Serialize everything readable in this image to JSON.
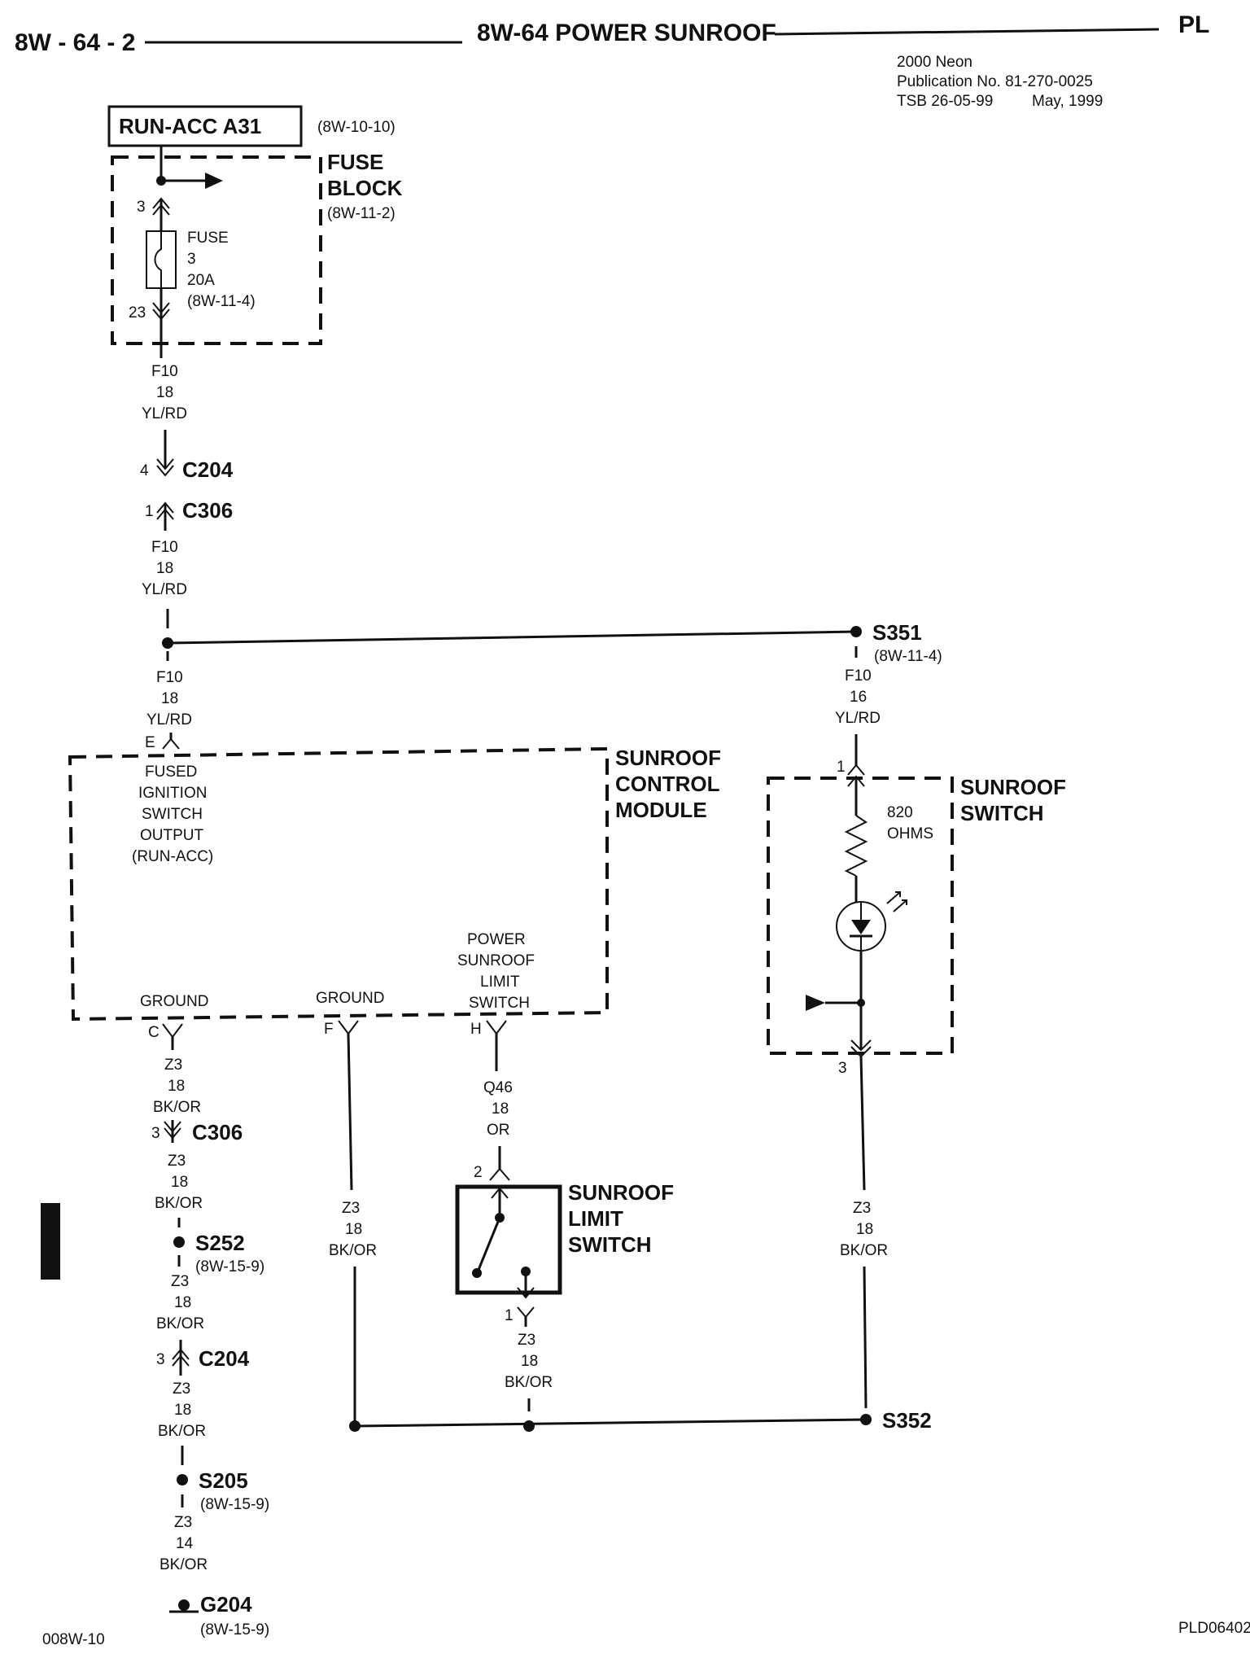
{
  "header": {
    "page_number": "8W - 64 - 2",
    "section_title": "8W-64 POWER SUNROOF",
    "body_code": "PL",
    "model": "2000 Neon",
    "publication": "Publication No. 81-270-0025",
    "tsb": "TSB 26-05-99",
    "date": "May, 1999"
  },
  "power_source": {
    "label": "RUN-ACC A31",
    "ref": "(8W-10-10)"
  },
  "fuse_block": {
    "title_line1": "FUSE",
    "title_line2": "BLOCK",
    "ref": "(8W-11-2)",
    "pin_in": "3",
    "pin_out": "23",
    "fuse_label": "FUSE",
    "fuse_number": "3",
    "fuse_rating": "20A",
    "fuse_ref": "(8W-11-4)"
  },
  "wire_f10_a": {
    "circuit": "F10",
    "gauge": "18",
    "color": "YL/RD"
  },
  "connector_c204_top": {
    "pin": "4",
    "name": "C204"
  },
  "connector_c306_top": {
    "pin": "1",
    "name": "C306"
  },
  "wire_f10_b": {
    "circuit": "F10",
    "gauge": "18",
    "color": "YL/RD"
  },
  "wire_f10_c": {
    "circuit": "F10",
    "gauge": "18",
    "color": "YL/RD"
  },
  "splice_s351": {
    "name": "S351",
    "ref": "(8W-11-4)"
  },
  "wire_f10_d": {
    "circuit": "F10",
    "gauge": "16",
    "color": "YL/RD"
  },
  "control_module": {
    "title_line1": "SUNROOF",
    "title_line2": "CONTROL",
    "title_line3": "MODULE",
    "pin_e": "E",
    "input_line1": "FUSED",
    "input_line2": "IGNITION",
    "input_line3": "SWITCH",
    "input_line4": "OUTPUT",
    "input_line5": "(RUN-ACC)",
    "pin_c_label": "GROUND",
    "pin_c": "C",
    "pin_f_label": "GROUND",
    "pin_f": "F",
    "pin_h_line1": "POWER",
    "pin_h_line2": "SUNROOF",
    "pin_h_line3": "LIMIT",
    "pin_h_line4": "SWITCH",
    "pin_h": "H"
  },
  "sunroof_switch": {
    "title_line1": "SUNROOF",
    "title_line2": "SWITCH",
    "pin_top": "1",
    "pin_bottom": "3",
    "resistor_value": "820",
    "resistor_unit": "OHMS"
  },
  "ground_path": {
    "wire1": {
      "circuit": "Z3",
      "gauge": "18",
      "color": "BK/OR"
    },
    "c306": {
      "pin": "3",
      "name": "C306"
    },
    "wire2": {
      "circuit": "Z3",
      "gauge": "18",
      "color": "BK/OR"
    },
    "s252": {
      "name": "S252",
      "ref": "(8W-15-9)"
    },
    "wire3": {
      "circuit": "Z3",
      "gauge": "18",
      "color": "BK/OR"
    },
    "c204": {
      "pin": "3",
      "name": "C204"
    },
    "wire4": {
      "circuit": "Z3",
      "gauge": "18",
      "color": "BK/OR"
    },
    "s205": {
      "name": "S205",
      "ref": "(8W-15-9)"
    },
    "wire5": {
      "circuit": "Z3",
      "gauge": "14",
      "color": "BK/OR"
    },
    "g204": {
      "name": "G204",
      "ref": "(8W-15-9)"
    }
  },
  "wire_pin_f": {
    "circuit": "Z3",
    "gauge": "18",
    "color": "BK/OR"
  },
  "wire_q46": {
    "circuit": "Q46",
    "gauge": "18",
    "color": "OR"
  },
  "limit_switch": {
    "title_line1": "SUNROOF",
    "title_line2": "LIMIT",
    "title_line3": "SWITCH",
    "pin_top": "2",
    "pin_bottom": "1"
  },
  "wire_limit_switch": {
    "circuit": "Z3",
    "gauge": "18",
    "color": "BK/OR"
  },
  "wire_sunroof_switch": {
    "circuit": "Z3",
    "gauge": "18",
    "color": "BK/OR"
  },
  "splice_s352": {
    "name": "S352"
  },
  "footer": {
    "left_code": "008W-10",
    "right_code": "PLD06402"
  }
}
